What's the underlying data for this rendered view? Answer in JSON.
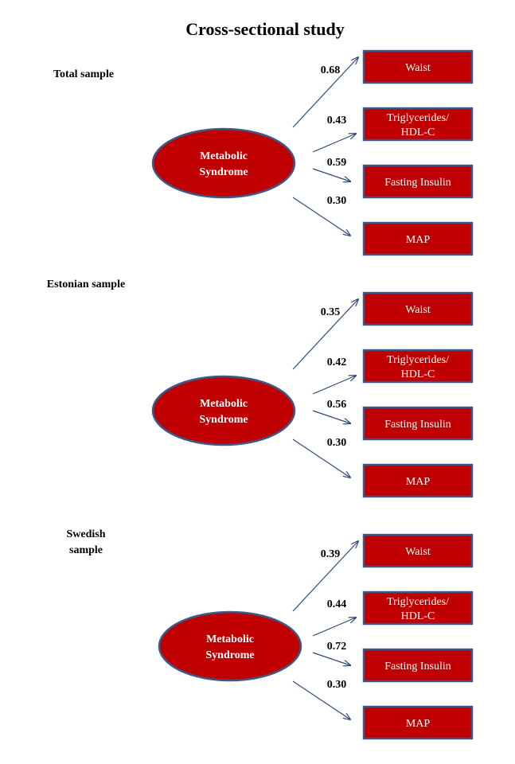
{
  "title": "Cross-sectional study",
  "colors": {
    "box_fill": "#c00000",
    "border": "#3a5a8c",
    "arrow": "#2e4a7a",
    "text_on_box": "#ffffff"
  },
  "panels": [
    {
      "label": [
        "Total sample"
      ],
      "latent": [
        "Metabolic",
        "Syndrome"
      ],
      "indicators": [
        {
          "label": [
            "Waist"
          ],
          "loading": "0.68"
        },
        {
          "label": [
            "Triglycerides/",
            "HDL-C"
          ],
          "loading": "0.43"
        },
        {
          "label": [
            "Fasting Insulin"
          ],
          "loading": "0.59"
        },
        {
          "label": [
            "MAP"
          ],
          "loading": "0.30"
        }
      ]
    },
    {
      "label": [
        "Estonian sample"
      ],
      "latent": [
        "Metabolic",
        "Syndrome"
      ],
      "indicators": [
        {
          "label": [
            "Waist"
          ],
          "loading": "0.35"
        },
        {
          "label": [
            "Triglycerides/",
            "HDL-C"
          ],
          "loading": "0.42"
        },
        {
          "label": [
            "Fasting Insulin"
          ],
          "loading": "0.56"
        },
        {
          "label": [
            "MAP"
          ],
          "loading": "0.30"
        }
      ]
    },
    {
      "label": [
        "Swedish",
        "sample"
      ],
      "latent": [
        "Metabolic",
        "Syndrome"
      ],
      "indicators": [
        {
          "label": [
            "Waist"
          ],
          "loading": "0.39"
        },
        {
          "label": [
            "Triglycerides/",
            "HDL-C"
          ],
          "loading": "0.44"
        },
        {
          "label": [
            "Fasting Insulin"
          ],
          "loading": "0.72"
        },
        {
          "label": [
            "MAP"
          ],
          "loading": "0.30"
        }
      ]
    }
  ]
}
